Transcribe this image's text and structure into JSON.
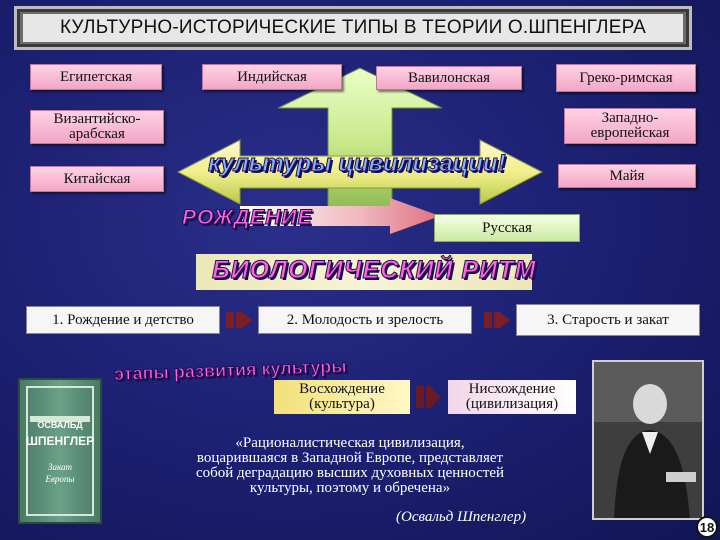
{
  "title": "КУЛЬТУРНО-ИСТОРИЧЕСКИЕ ТИПЫ В ТЕОРИИ О.ШПЕНГЛЕРА",
  "cultures": {
    "egypt": "Египетская",
    "india": "Индийская",
    "babylon": "Вавилонская",
    "greco_roman": "Греко-римская",
    "byzantine_l1": "Византийско-",
    "byzantine_l2": "арабская",
    "western_l1": "Западно-",
    "western_l2": "европейская",
    "china": "Китайская",
    "maya": "Майя",
    "russian": "Русская"
  },
  "wordart": {
    "cultures_civilizations": "культуры цивилизации!",
    "birth": "РОЖДЕНИЕ",
    "biological_rhythm": "БИОЛОГИЧЕСКИЙ РИТМ",
    "stages": "этапы развития культуры"
  },
  "stages": {
    "s1": "1. Рождение и детство",
    "s2": "2. Молодость и зрелость",
    "s3": "3. Старость и закат"
  },
  "ascent_l1": "Восхождение",
  "ascent_l2": "(культура)",
  "descent_l1": "Нисхождение",
  "descent_l2": "(цивилизация)",
  "book": {
    "author": "ОСВАЛЬД",
    "surname": "ШПЕНГЛЕР",
    "title_l1": "Закат",
    "title_l2": "Европы"
  },
  "quote": {
    "l1": "«Рационалистическая цивилизация,",
    "l2": "воцарившаяся в Западной Европе, представляет",
    "l3": "собой деградацию высших духовных ценностей",
    "l4": "культуры, поэтому и обречена»",
    "attribution": "(Освальд Шпенглер)"
  },
  "page_number": "18",
  "colors": {
    "background": "#1b1f70",
    "pink_box": "#f3a6c6",
    "green_box": "#cdeaa2",
    "wordart": "#ff66dd"
  }
}
